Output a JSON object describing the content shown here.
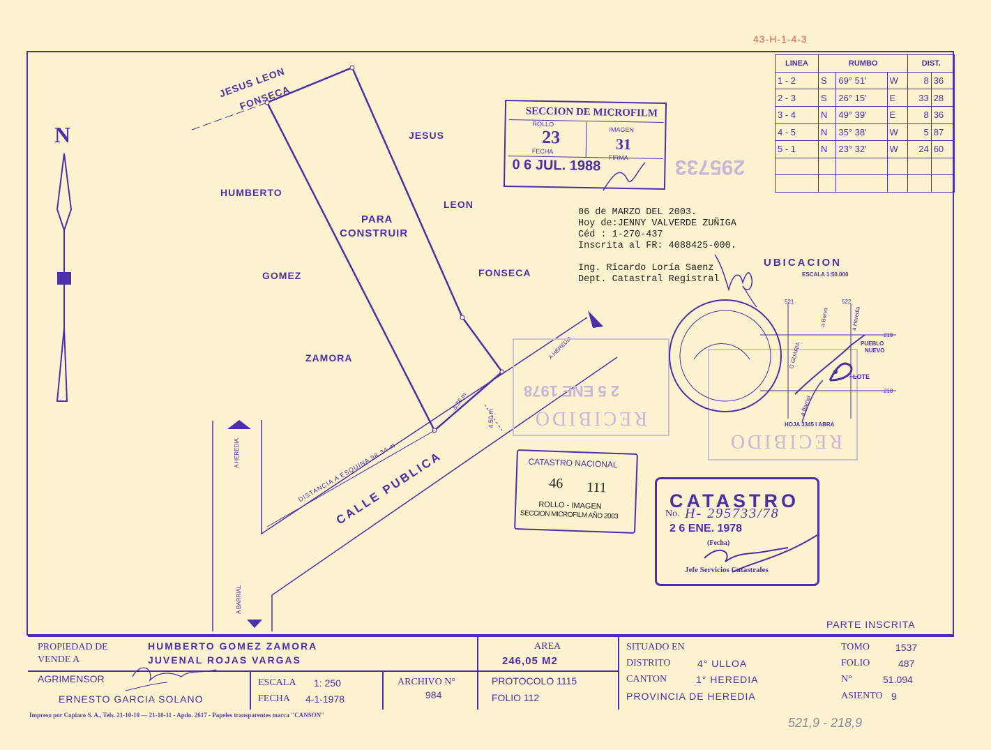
{
  "top_ref": "43-H-1-4-3",
  "north_label": "N",
  "neighbors": {
    "top": "JESUS LEON FONSECA",
    "top_line1": "JESUS LEON",
    "top_line2": "FONSECA",
    "right": [
      "JESUS",
      "LEON",
      "FONSECA"
    ],
    "left": [
      "HUMBERTO",
      "GOMEZ",
      "ZAMORA"
    ]
  },
  "lot_label": [
    "PARA",
    "CONSTRUIR"
  ],
  "street": "CALLE PUBLICA",
  "distancia_esquina": "DISTANCIA A ESQUINA 98.34 m",
  "frontage": "8.36 m",
  "width": "4.50 m",
  "dir_heredia_1": "A HEREDIA",
  "dir_heredia_2": "A HEREDIA",
  "dir_barrial": "A BARRIAL",
  "rumbo_table": {
    "headers": [
      "LINEA",
      "RUMBO",
      "DIST."
    ],
    "rows": [
      {
        "linea": "1 - 2",
        "a": "S",
        "deg": "69° 51'",
        "b": "W",
        "d1": "8",
        "d2": "36"
      },
      {
        "linea": "2 - 3",
        "a": "S",
        "deg": "26° 15'",
        "b": "E",
        "d1": "33",
        "d2": "28"
      },
      {
        "linea": "3 - 4",
        "a": "N",
        "deg": "49° 39'",
        "b": "E",
        "d1": "8",
        "d2": "36"
      },
      {
        "linea": "4 - 5",
        "a": "N",
        "deg": "35° 38'",
        "b": "W",
        "d1": "5",
        "d2": "87"
      },
      {
        "linea": "5 - 1",
        "a": "N",
        "deg": "23° 32'",
        "b": "W",
        "d1": "24",
        "d2": "60"
      }
    ]
  },
  "microfilm_stamp": {
    "title": "SECCION DE MICROFILM",
    "rollo_label": "ROLLO",
    "rollo": "23",
    "imagen_label": "IMAGEN",
    "imagen": "31",
    "fecha_label": "FECHA",
    "fecha": "0 6 JUL. 1988",
    "firma_label": "FIRMA"
  },
  "typed_note": [
    "06 de MARZO DEL 2003.",
    "Hoy de:JENNY  VALVERDE ZUÑIGA",
    "Céd : 1-270-437",
    "Inscrita al FR: 4088425-000.",
    "",
    "Ing. Ricardo Loría Saenz",
    "Dept. Catastral Registral"
  ],
  "ubicacion": {
    "title": "UBICACION",
    "scale": "ESCALA 1:50.000",
    "n521": "521",
    "n522": "522",
    "n219": "219",
    "n218": "218",
    "pueblo": "PUEBLO",
    "nuevo": "NUEVO",
    "lote": "LOTE",
    "hoja": "HOJA 3345 I ABRA",
    "barva": "a Barva",
    "heredia": "a Heredia",
    "guaria": "G GUARIA",
    "barrial": "a Barrial"
  },
  "catastro_nacional": {
    "title": "CATASTRO NACIONAL",
    "n1": "46",
    "n2": "111",
    "line1": "ROLLO - IMAGEN",
    "line2": "SECCION MICROFILM AÑO 2003"
  },
  "catastro_stamp": {
    "title": "CATASTRO",
    "no_label": "No.",
    "number": "H- 295733/78",
    "date": "2 6 ENE. 1978",
    "fecha_label": "(Fecha)",
    "jefe": "Jefe Servicios Catastrales"
  },
  "recibido": "RECIBIDO",
  "recibido_date": "2 5 ENE 1978",
  "faded_number": "295733",
  "parte_inscrita": "PARTE INSCRITA",
  "footer": {
    "propiedad_label": "PROPIEDAD DE",
    "propiedad": "HUMBERTO GOMEZ ZAMORA",
    "vende_label": "VENDE A",
    "vende": "JUVENAL ROJAS VARGAS",
    "agrimensor_label": "AGRIMENSOR",
    "agrimensor": "ERNESTO GARCIA SOLANO",
    "area_label": "AREA",
    "area": "246,05 M2",
    "escala_label": "ESCALA",
    "escala": "1: 250",
    "fecha_label": "FECHA",
    "fecha": "4-1-1978",
    "archivo_label": "ARCHIVO N°",
    "archivo": "984",
    "protocolo": "PROTOCOLO 1115",
    "folio_p": "FOLIO 112",
    "situado_label": "SITUADO EN",
    "distrito_label": "DISTRITO",
    "distrito": "4° ULLOA",
    "canton_label": "CANTON",
    "canton": "1° HEREDIA",
    "provincia": "PROVINCIA DE HEREDIA",
    "tomo_label": "TOMO",
    "tomo": "1537",
    "folio_label": "FOLIO",
    "folio": "487",
    "no_label": "N°",
    "no": "51.094",
    "asiento_label": "ASIENTO",
    "asiento": "9"
  },
  "printer": "Impreso por Copiaco S. A., Tels. 21-10-10 — 21-10-11 - Apdo. 2617 - Papeles transparentes marca \"CANSON\"",
  "handwritten_bottom": "521,9 - 218,9"
}
